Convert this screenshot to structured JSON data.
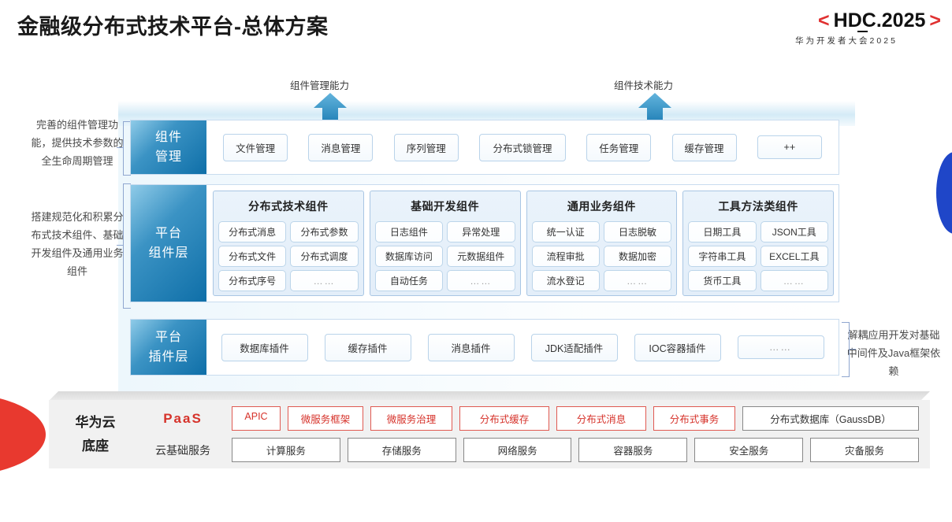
{
  "header": {
    "title": "金融级分布式技术平台-总体方案",
    "logo": {
      "bracket_left": "<",
      "bracket_right": ">",
      "main": "HDC.2025",
      "subtitle": "华为开发者大会2025",
      "accent_color": "#e03030"
    }
  },
  "arrows": [
    {
      "label": "组件管理能力",
      "name": "arrow-component-management-capability"
    },
    {
      "label": "组件技术能力",
      "name": "arrow-component-technology-capability"
    }
  ],
  "side_notes": {
    "left_1": "完善的组件管理功能，提供技术参数的全生命周期管理",
    "left_2": "搭建规范化和积累分布式技术组件、基础开发组件及通用业务组件",
    "right_1": "解耦应用开发对基础中间件及Java框架依赖"
  },
  "layers": [
    {
      "id": "component-management",
      "label": "组件\n管理",
      "label_line1": "组件",
      "label_line2": "管理",
      "chips": [
        "文件管理",
        "消息管理",
        "序列管理",
        "分布式锁管理",
        "任务管理",
        "缓存管理",
        "++"
      ]
    },
    {
      "id": "platform-component-layer",
      "label_line1": "平台",
      "label_line2": "组件层",
      "groups": [
        {
          "title": "分布式技术组件",
          "cells": [
            "分布式消息",
            "分布式参数",
            "分布式文件",
            "分布式调度",
            "分布式序号",
            "……"
          ]
        },
        {
          "title": "基础开发组件",
          "cells": [
            "日志组件",
            "异常处理",
            "数据库访问",
            "元数据组件",
            "自动任务",
            "……"
          ]
        },
        {
          "title": "通用业务组件",
          "cells": [
            "统一认证",
            "日志脱敏",
            "流程审批",
            "数据加密",
            "流水登记",
            "……"
          ]
        },
        {
          "title": "工具方法类组件",
          "cells": [
            "日期工具",
            "JSON工具",
            "字符串工具",
            "EXCEL工具",
            "货币工具",
            "……"
          ]
        }
      ]
    },
    {
      "id": "platform-plugin-layer",
      "label_line1": "平台",
      "label_line2": "插件层",
      "chips": [
        "数据库插件",
        "缓存插件",
        "消息插件",
        "JDK适配插件",
        "IOC容器插件",
        "……"
      ]
    }
  ],
  "bottom": {
    "title_line1": "华为云",
    "title_line2": "底座",
    "paas_label": "PaaS",
    "cloud_label": "云基础服务",
    "paas_items": [
      {
        "label": "APIC",
        "style": "red"
      },
      {
        "label": "微服务框架",
        "style": "red"
      },
      {
        "label": "微服务治理",
        "style": "red"
      },
      {
        "label": "分布式缓存",
        "style": "red"
      },
      {
        "label": "分布式消息",
        "style": "red"
      },
      {
        "label": "分布式事务",
        "style": "red"
      },
      {
        "label": "分布式数据库（GaussDB）",
        "style": "gray"
      }
    ],
    "cloud_items": [
      "计算服务",
      "存储服务",
      "网络服务",
      "容器服务",
      "安全服务",
      "灾备服务"
    ]
  },
  "colors": {
    "accent_red": "#d6322a",
    "accent_blue": "#0f6fa8",
    "blob_blue": "#1f46c8",
    "wedge_red": "#e8392f"
  }
}
